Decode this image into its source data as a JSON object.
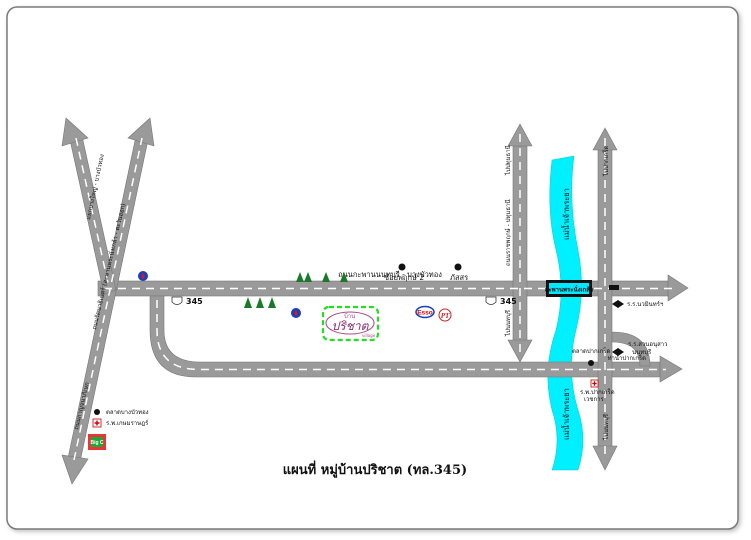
{
  "map_title": "แผนที่ หมู่บ้านปริชาต (ทล.345)",
  "project": {
    "prefix": "บ้าน",
    "name": "ปริชาต",
    "sub": "village"
  },
  "roads": {
    "main_road": "ถนนกะพานนนทบุรี - บางบัวทอง",
    "route_number_left": "345",
    "route_number_right": "345",
    "left_road_a": "ถนนรัตนาธิเบศร์ (สะพานพระนั่งเกล้า - ตะวันออก)",
    "left_road_b": "ถนนกาญจนาภิเษก",
    "left_road_c": "แยกบางใหญ่ - บางบัวทอง",
    "right_road_top": "ถนนราชพฤกษ์ - ปทุมธานี",
    "right_road_top2": "ไปปทุมธานี",
    "right_road_bottom": "ไปนนทบุรี",
    "right_road_bottom2": "ไปบางบัวทอง",
    "far_right_top": "ไปปากเกร็ด",
    "far_right_bottom": "ไปนนทบุรี",
    "lower_road": "ท่าน้ำปากเกร็ด",
    "bridge_label": "สะพานพระนั่งเกล้า"
  },
  "river": {
    "upper": "แม่น้ำเจ้าพระยา",
    "lower": "แม่น้ำเจ้าพระยา"
  },
  "landmarks": {
    "soi": "ซ้อยพฤกษ์ 2",
    "pattara": "ภัสสร",
    "esso": "Esso",
    "pt": "PT",
    "market_left": "ตลาดบางบัวทอง",
    "hospital_left": "ร.พ.เกษมราษฎร์",
    "market_right": "ตลาดปากเกร็ด",
    "hospital_right": "ร.พ.ปากเกร็ด",
    "hospital_right2": "เวชการ",
    "school_right": "ร.ร.นวมินทร์ฯ",
    "school_right2a": "ร.ร.สวนอนุสาว",
    "school_right2b": "นนทบุรี",
    "bigc": "Big C"
  },
  "colors": {
    "road": "#9a9a9a",
    "river": "#00f0ff",
    "highlight": "#22dd22",
    "frame": "#666666"
  }
}
